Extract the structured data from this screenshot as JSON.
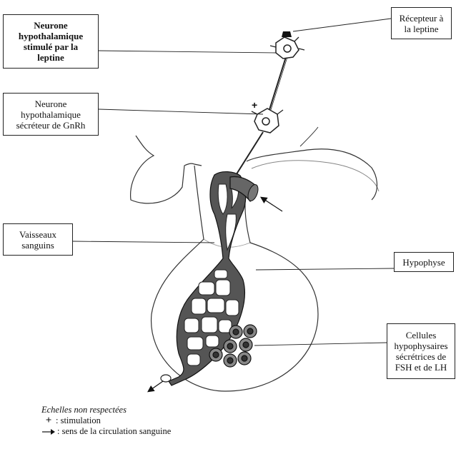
{
  "labels": {
    "neurone_stimule": "Neurone\nhypothalamique\nstimulé par la\nleptine",
    "neurone_gnrh": "Neurone\nhypothalamique\nsécréteur de GnRh",
    "recepteur": "Récepteur à\nla leptine",
    "vaisseaux": "Vaisseaux\nsanguins",
    "hypophyse": "Hypophyse",
    "cellules": "Cellules\nhypophysaires\nsécrétrices de\nFSH et de LH"
  },
  "legend": {
    "note": "Echelles non respectées",
    "stimulation_symbol": "+",
    "stimulation": ": stimulation",
    "circulation": ": sens de la circulation sanguine"
  },
  "diagram_marks": {
    "plus_symbol": "+"
  }
}
